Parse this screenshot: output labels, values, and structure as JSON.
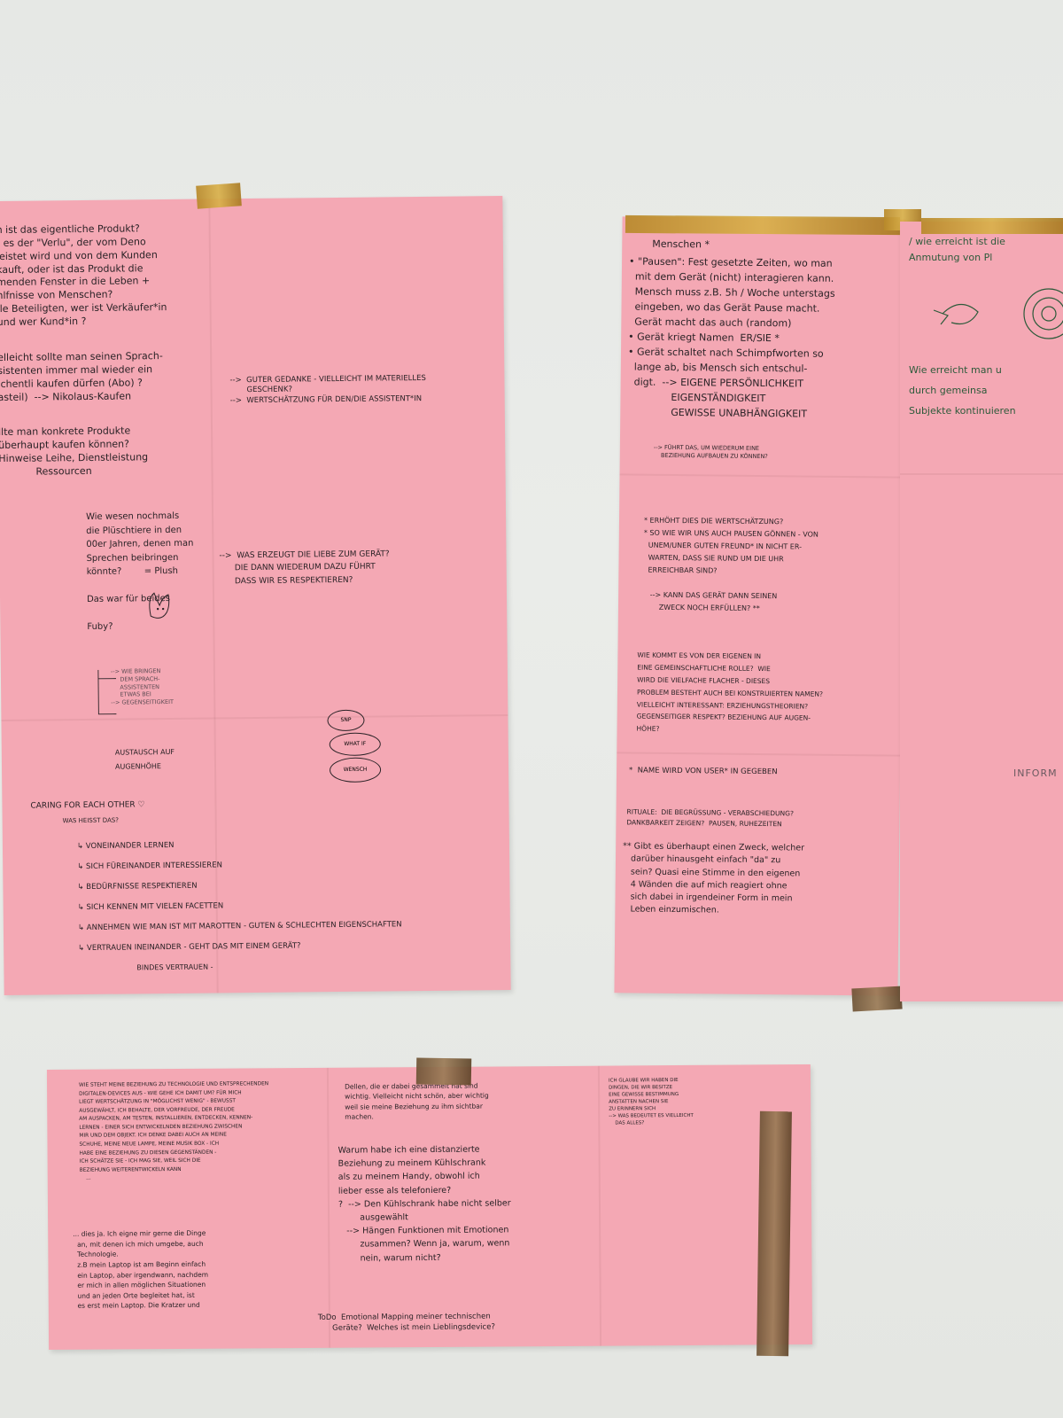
{
  "sheet_left": {
    "top_block": "n ist das eigentliche Produkt?\nt es der \"Verlu\", der vom Deno\nleistet wird und von dem Kunden\nkauft, oder ist das Produkt die\nmenden Fenster in die Leben +\nnlfnisse von Menschen?\nlle Beteiligten, wer ist Verkäufer*in\nund wer Kund*in ?",
    "second_block": "elleicht sollte man seinen Sprach-\nsistenten immer mal wieder ein\nichentli kaufen dürfen (Abo) ?\nasteil)  --> Nikolaus-Kaufen",
    "arrow_notes": "-->  GUTER GEDANKE - VIELLEICHT IM MATERIELLES\n       GESCHENK?\n-->  WERTSCHÄTZUNG FÜR DEN/DIE ASSISTENT*IN",
    "third_block": "llte man konkrete Produkte\nüberhaupt kaufen können?\nHinweise Leihe, Dienstleistung\n            Ressourcen",
    "mid_left": "Wie wesen nochmals\ndie Plüschtiere in den\n00er Jahren, denen man\nSprechen beibringen\nkönnte?        = Plush\n\nDas war für beides\n\nFuby?",
    "mid_right": "-->  WAS ERZEUGT DIE LIEBE ZUM GERÄT?\n      DIE DANN WIEDERUM DAZU FÜHRT\n      DASS WIR ES RESPEKTIEREN?",
    "branch": "--> WIE BRINGEN\n     DEM SPRACH-\n     ASSISTENTEN\n     ETWAS BEI\n--> GEGENSEITIGKEIT",
    "bubbles": [
      "SNP",
      "WHAT IF",
      "WENSCH"
    ],
    "lower_block": "AUSTAUSCH AUF\nAUGENHÖHE",
    "caring": "CARING FOR EACH OTHER",
    "caring_sub": "WAS HEISST DAS?",
    "list": [
      "VONEINANDER LERNEN",
      "SICH FÜREINANDER INTERESSIEREN",
      "BEDÜRFNISSE RESPEKTIEREN",
      "SICH KENNEN MIT VIELEN FACETTEN",
      "ANNEHMEN WIE MAN IST MIT MAROTTEN - GUTEN & SCHLECHTEN EIGENSCHAFTEN",
      "VERTRAUEN INEINANDER - GEHT DAS MIT EINEM GERÄT?"
    ],
    "footer": "BINDES VERTRAUEN -"
  },
  "sheet_right": {
    "heading": "Menschen *",
    "top": "• \"Pausen\": Fest gesetzte Zeiten, wo man\n  mit dem Gerät (nicht) interagieren kann.\n  Mensch muss z.B. 5h / Woche unterstags\n  eingeben, wo das Gerät Pause macht.\n  Gerät macht das auch (random)\n• Gerät kriegt Namen  ER/SIE *\n• Gerät schaltet nach Schimpfworten so\n  lange ab, bis Mensch sich entschul-\n  digt.  --> EIGENE PERSÖNLICHKEIT\n              EIGENSTÄNDIGKEIT\n              GEWISSE UNABHÄNGIGKEIT",
    "small": "--> FÜHRT DAS, UM WIEDERUM EINE\n    BEZIEHUNG AUFBAUEN ZU KÖNNEN?",
    "middle": "* ERHÖHT DIES DIE WERTSCHÄTZUNG?\n* SO WIE WIR UNS AUCH PAUSEN GÖNNEN - VON\n  UNEM/UNER GUTEN FREUND* IN NICHT ER-\n  WARTEN, DASS SIE RUND UM DIE UHR\n  ERREICHBAR SIND?\n\n   --> KANN DAS GERÄT DANN SEINEN\n       ZWECK NOCH ERFÜLLEN? **",
    "lower": "WIE KOMMT ES VON DER EIGENEN IN\nEINE GEMEINSCHAFTLICHE ROLLE?  WIE\nWIRD DIE VIELFACHE FLACHER - DIESES\nPROBLEM BESTEHT AUCH BEI KONSTRUIERTEN NAMEN?\nVIELLEICHT INTERESSANT: ERZIEHUNGSTHEORIEN?\nGEGENSEITIGER RESPEKT? BEZIEHUNG AUF AUGEN-\nHÖHE?",
    "star_note": "*  NAME WIRD VON USER* IN GEGEBEN",
    "rituale": "RITUALE:  DIE BEGRÜSSUNG - VERABSCHIEDUNG?\nDANKBARKEIT ZEIGEN?  PAUSEN, RUHEZEITEN",
    "bottom": "** Gibt es überhaupt einen Zweck, welcher\n   darüber hinausgeht einfach \"da\" zu\n   sein? Quasi eine Stimme in den eigenen\n   4 Wänden die auf mich reagiert ohne\n   sich dabei in irgendeiner Form in mein\n   Leben einzumischen."
  },
  "sheet_far_right": {
    "top": "/ wie erreicht ist die\nAnmutung von Pl",
    "middle": "Wie erreicht man u\ndurch gemeinsa\nSubjekte kontinuieren",
    "side": "INFORM"
  },
  "sheet_bottom": {
    "col1": "WIE STEHT MEINE BEZIEHUNG ZU TECHNOLOGIE UND ENTSPRECHENDEN\nDIGITALEN-DEVICES AUS - WIE GEHE ICH DAMIT UM? FÜR MICH\nLIEGT WERTSCHÄTZUNG IN \"MÖGLICHST WENIG\" - BEWUSST\nAUSGEWÄHLT, ICH BEHALTE, DER VORFREUDE, DER FREUDE\nAM AUSPACKEN, AM TESTEN, INSTALLIEREN, ENTDECKEN, KENNEN-\nLERNEN - EINER SICH ENTWICKELNDEN BEZIEHUNG ZWISCHEN\nMIR UND DEM OBJEKT. ICH DENKE DABEI AUCH AN MEINE\nSCHUHE, MEINE NEUE LAMPE, MEINE MUSIK BOX - ICH\nHABE EINE BEZIEHUNG ZU DIESEN GEGENSTÄNDEN -\nICH SCHÄTZE SIE - ICH MAG SIE, WEIL SICH DIE\nBEZIEHUNG WEITERENTWICKELN KANN\n    ...",
    "col1b": "... dies ja. Ich eigne mir gerne die Dinge\n  an, mit denen ich mich umgebe, auch\n  Technologie.\n  z.B mein Laptop ist am Beginn einfach\n  ein Laptop, aber irgendwann, nachdem\n  er mich in allen möglichen Situationen\n  und an jeden Orte begleitet hat, ist\n  es erst mein Laptop. Die Kratzer und",
    "col2": "Dellen, die er dabei gesammelt hat sind\nwichtig. Vielleicht nicht schön, aber wichtig\nweil sie meine Beziehung zu ihm sichtbar\nmachen.",
    "col2b": "Warum habe ich eine distanzierte\nBeziehung zu meinem Kühlschrank\nals zu meinem Handy, obwohl ich\nlieber esse als telefoniere?\n?  --> Den Kühlschrank habe nicht selber\n        ausgewählt\n   --> Hängen Funktionen mit Emotionen\n        zusammen? Wenn ja, warum, wenn\n        nein, warum nicht?",
    "todo": "ToDo  Emotional Mapping meiner technischen\n      Geräte?  Welches ist mein Lieblingsdevice?",
    "col3": "ICH GLAUBE WIR HABEN DIE\nDINGEN, DIE WIR BESITZE\nEINE GEWISSE BESTIMMUNG\nANSTATTEN NACHEN SIE\nZU ERINNERN SICH\n--> WAS BEDEUTET ES VIELLEICHT\n    DAS ALLES?"
  },
  "colors": {
    "paper": "#f4a8b4",
    "wall": "#e6e8e5",
    "ink": "#2a2226",
    "tape_gold": "#c99a34",
    "tape_brown": "#6e5335"
  }
}
